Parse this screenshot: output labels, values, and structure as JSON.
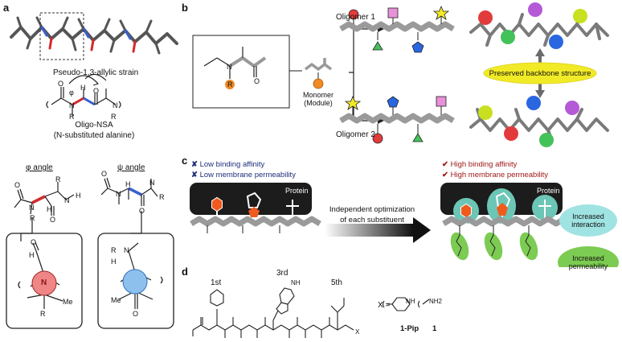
{
  "panels": {
    "a": "a",
    "b": "b",
    "c": "c",
    "d": "d"
  },
  "a": {
    "strain_label": "Pseudo-1,3-allylic strain",
    "phi_symbol": "φ",
    "oligo_title": "Oligo-NSA",
    "oligo_subtitle": "(N-substituted alanine)",
    "phi_angle_label": "φ angle",
    "psi_angle_label": "ψ angle",
    "atoms": {
      "O": "O",
      "N": "N",
      "H": "H",
      "R": "R",
      "Me": "Me"
    }
  },
  "b": {
    "monomer_label": "Monomer\n(Module)",
    "oligomer1": "Oligomer 1",
    "oligomer2": "Oligomer 2",
    "preserved": "Preserved backbone structure",
    "atoms": {
      "N": "N",
      "R": "R",
      "O": "O"
    }
  },
  "c": {
    "left_checks": [
      {
        "mark": "✘",
        "text": "Low binding affinity"
      },
      {
        "mark": "✘",
        "text": "Low membrane permeability"
      }
    ],
    "right_checks": [
      {
        "mark": "✔",
        "text": "High binding affinity"
      },
      {
        "mark": "✔",
        "text": "High membrane permeability"
      }
    ],
    "protein": "Protein",
    "arrow_text_1": "Independent optimization",
    "arrow_text_2": "of each substituent",
    "increased_interaction": "Increased\ninteraction",
    "increased_permeability": "Increased\npermeability"
  },
  "d": {
    "pos1": "1st",
    "pos3": "3rd",
    "pos5": "5th",
    "x_eq": "X =",
    "pip_label": "1-Pip",
    "one_label": "1",
    "nh": "NH",
    "nh2": "NH2",
    "X": "X"
  },
  "colors": {
    "red_ball": "#e23b3b",
    "orange": "#f08a24",
    "pink": "#e36fc4",
    "yellow": "#f1ea26",
    "green": "#44c25a",
    "blue": "#2a66e0",
    "teal": "#6cc6b5",
    "lime": "#7ccb52",
    "cyan": "#9fe3e2"
  }
}
